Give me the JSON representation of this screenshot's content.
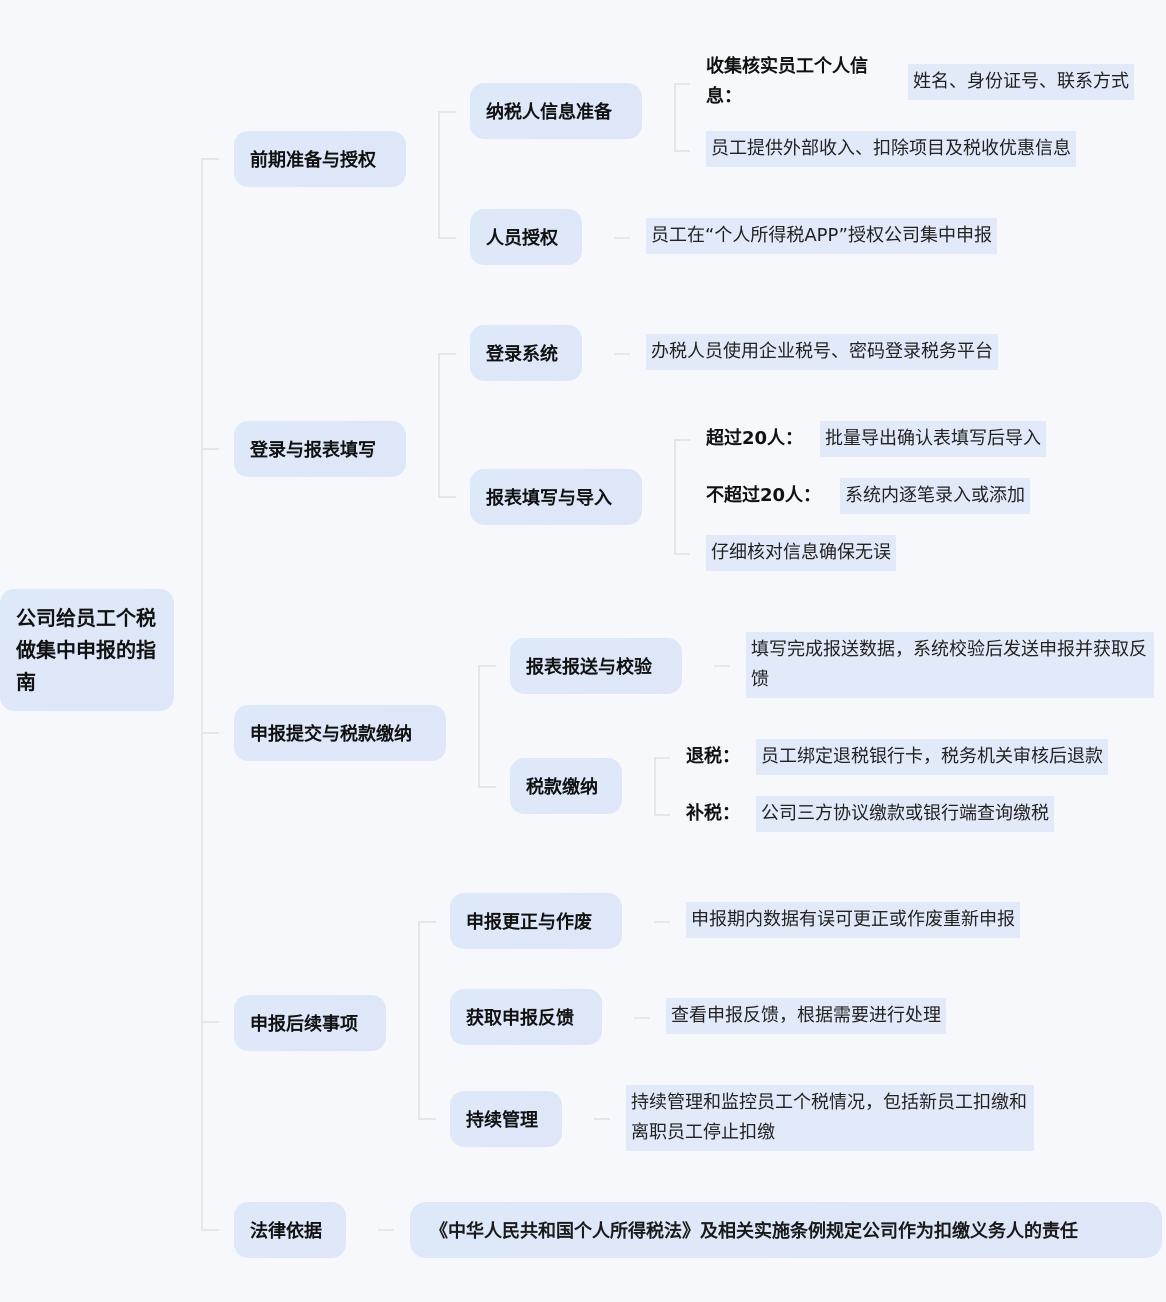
{
  "root": {
    "label": "公司给员工个税做集中申报的指南"
  },
  "branches": [
    {
      "label": "前期准备与授权",
      "children": [
        {
          "label": "纳税人信息准备",
          "items": [
            {
              "label": "收集核实员工个人信息：",
              "value": "姓名、身份证号、联系方式"
            },
            {
              "value": "员工提供外部收入、扣除项目及税收优惠信息"
            }
          ]
        },
        {
          "label": "人员授权",
          "items": [
            {
              "value": "员工在“个人所得税APP”授权公司集中申报"
            }
          ]
        }
      ]
    },
    {
      "label": "登录与报表填写",
      "children": [
        {
          "label": "登录系统",
          "items": [
            {
              "value": "办税人员使用企业税号、密码登录税务平台"
            }
          ]
        },
        {
          "label": "报表填写与导入",
          "items": [
            {
              "label": "超过20人：",
              "value": "批量导出确认表填写后导入"
            },
            {
              "label": "不超过20人：",
              "value": "系统内逐笔录入或添加"
            },
            {
              "value": "仔细核对信息确保无误"
            }
          ]
        }
      ]
    },
    {
      "label": "申报提交与税款缴纳",
      "children": [
        {
          "label": "报表报送与校验",
          "items": [
            {
              "value": "填写完成报送数据，系统校验后发送申报并获取反馈"
            }
          ]
        },
        {
          "label": "税款缴纳",
          "items": [
            {
              "label": "退税：",
              "value": "员工绑定退税银行卡，税务机关审核后退款"
            },
            {
              "label": "补税：",
              "value": "公司三方协议缴款或银行端查询缴税"
            }
          ]
        }
      ]
    },
    {
      "label": "申报后续事项",
      "children": [
        {
          "label": "申报更正与作废",
          "items": [
            {
              "value": "申报期内数据有误可更正或作废重新申报"
            }
          ]
        },
        {
          "label": "获取申报反馈",
          "items": [
            {
              "value": "查看申报反馈，根据需要进行处理"
            }
          ]
        },
        {
          "label": "持续管理",
          "items": [
            {
              "value": "持续管理和监控员工个税情况，包括新员工扣缴和离职员工停止扣缴"
            }
          ]
        }
      ]
    },
    {
      "label": "法律依据",
      "children": [
        {
          "label": "《中华人民共和国个人所得税法》及相关实施条例规定公司作为扣缴义务人的责任"
        }
      ]
    }
  ],
  "colors": {
    "background": "#f6f8fb",
    "node_fill": "#dee8f9",
    "leaf_fill": "#e2e9f9",
    "connector": "#e4e6ea"
  }
}
